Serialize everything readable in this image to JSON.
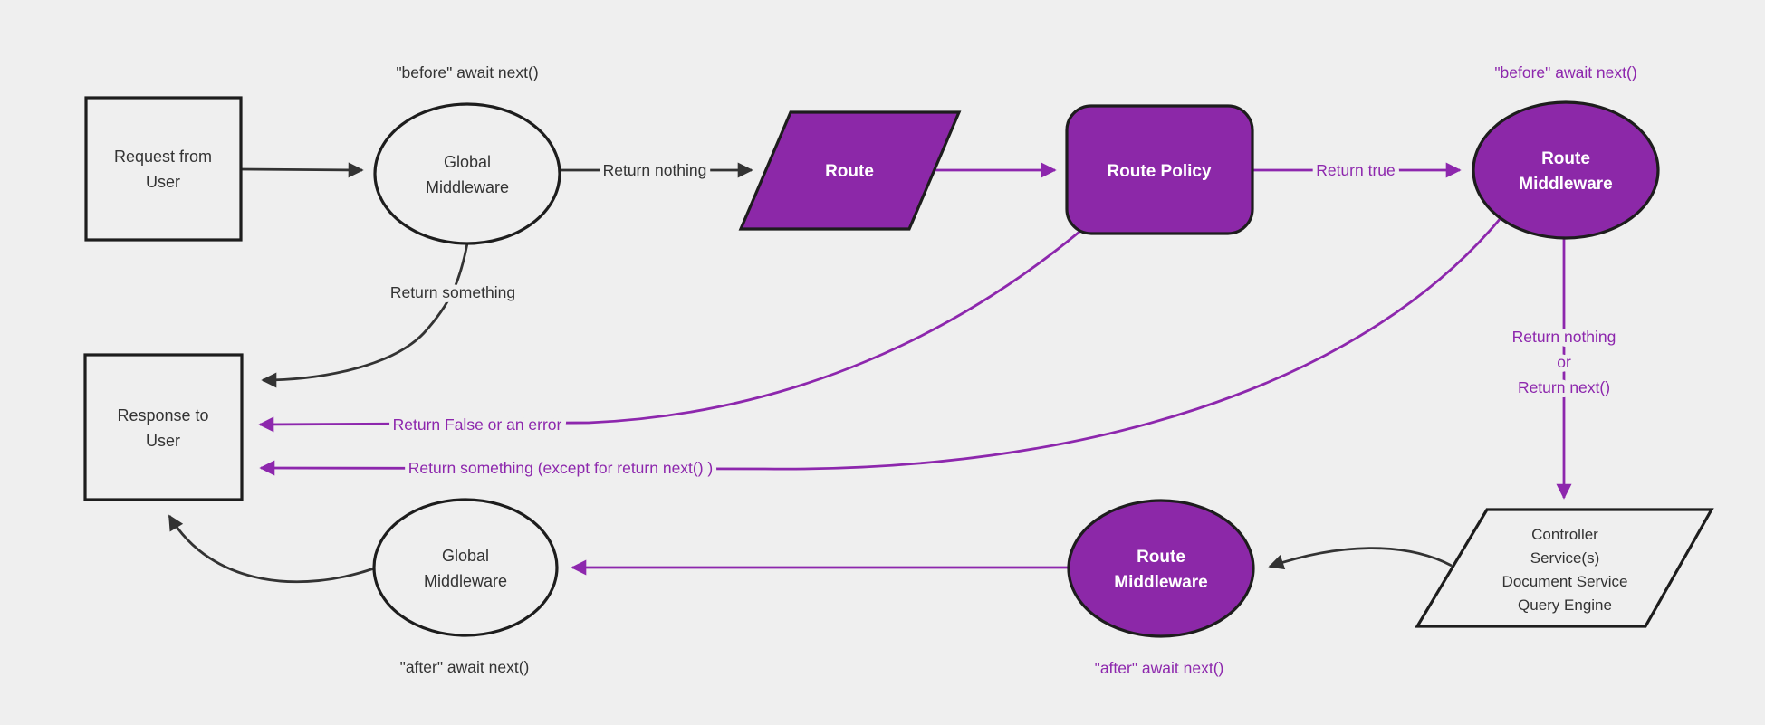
{
  "diagram": {
    "background_color": "#efefef",
    "colors": {
      "purple_fill": "#8c28a8",
      "purple_accent": "#8d27ad",
      "node_border": "#1d1d1d",
      "dark_text": "#333333",
      "white_text": "#ffffff"
    },
    "nodes": {
      "request_from_user": {
        "shape": "rectangle",
        "lines": [
          "Request from",
          "User"
        ]
      },
      "global_middleware_before": {
        "shape": "ellipse",
        "lines": [
          "Global",
          "Middleware"
        ]
      },
      "route": {
        "shape": "parallelogram",
        "label": "Route"
      },
      "route_policy": {
        "shape": "rounded-rectangle",
        "label": "Route Policy"
      },
      "route_middleware_before": {
        "shape": "ellipse",
        "lines": [
          "Route",
          "Middleware"
        ]
      },
      "controller_services": {
        "shape": "parallelogram",
        "lines": [
          "Controller",
          "Service(s)",
          "Document Service",
          "Query Engine"
        ]
      },
      "route_middleware_after": {
        "shape": "ellipse",
        "lines": [
          "Route",
          "Middleware"
        ]
      },
      "global_middleware_after": {
        "shape": "ellipse",
        "lines": [
          "Global",
          "Middleware"
        ]
      },
      "response_to_user": {
        "shape": "rectangle",
        "lines": [
          "Response to",
          "User"
        ]
      }
    },
    "annotations": {
      "before_await_next_black": "\"before\" await next()",
      "before_await_next_purple": "\"before\" await next()",
      "after_await_next_purple": "\"after\" await next()",
      "after_await_next_black": "\"after\" await next()"
    },
    "edge_labels": {
      "return_nothing": "Return nothing",
      "return_something": "Return something",
      "return_true": "Return true",
      "return_false_or_error": "Return False or an error",
      "return_something_except": "Return something (except for return next() )",
      "return_nothing_or_next": {
        "lines": [
          "Return nothing",
          "or",
          "Return next()"
        ]
      }
    }
  }
}
